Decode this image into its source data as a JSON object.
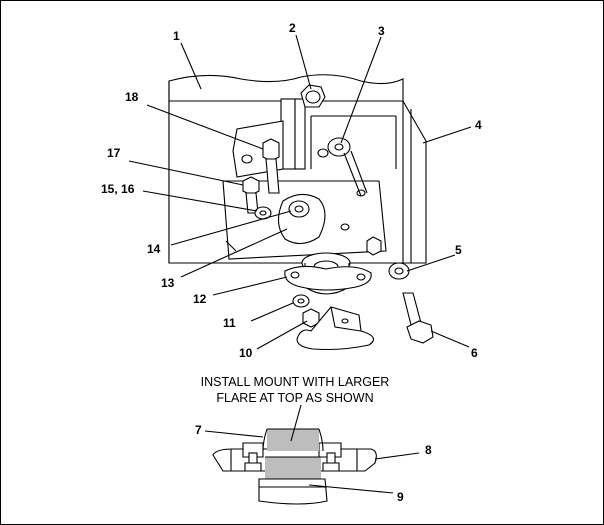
{
  "callouts": {
    "c1": "1",
    "c2": "2",
    "c3": "3",
    "c4": "4",
    "c5": "5",
    "c6": "6",
    "c7": "7",
    "c8": "8",
    "c9": "9",
    "c10": "10",
    "c11": "11",
    "c12": "12",
    "c13": "13",
    "c14": "14",
    "c15_16": "15, 16",
    "c17": "17",
    "c18": "18"
  },
  "note": {
    "line1": "INSTALL MOUNT WITH LARGER",
    "line2": "FLARE AT TOP AS SHOWN"
  }
}
